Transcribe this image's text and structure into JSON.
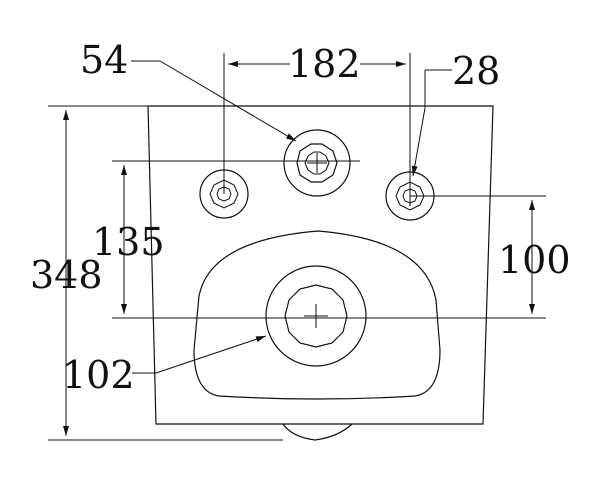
{
  "dimensions": {
    "overall_height": "348",
    "outlet_center_height": "135",
    "bolt_spacing": "182",
    "water_inlet_diameter": "54",
    "bolt_hole_diameter": "28",
    "bolt_to_outlet_height": "100",
    "outlet_diameter": "102"
  },
  "colors": {
    "line": "#111111",
    "background": "#ffffff"
  }
}
